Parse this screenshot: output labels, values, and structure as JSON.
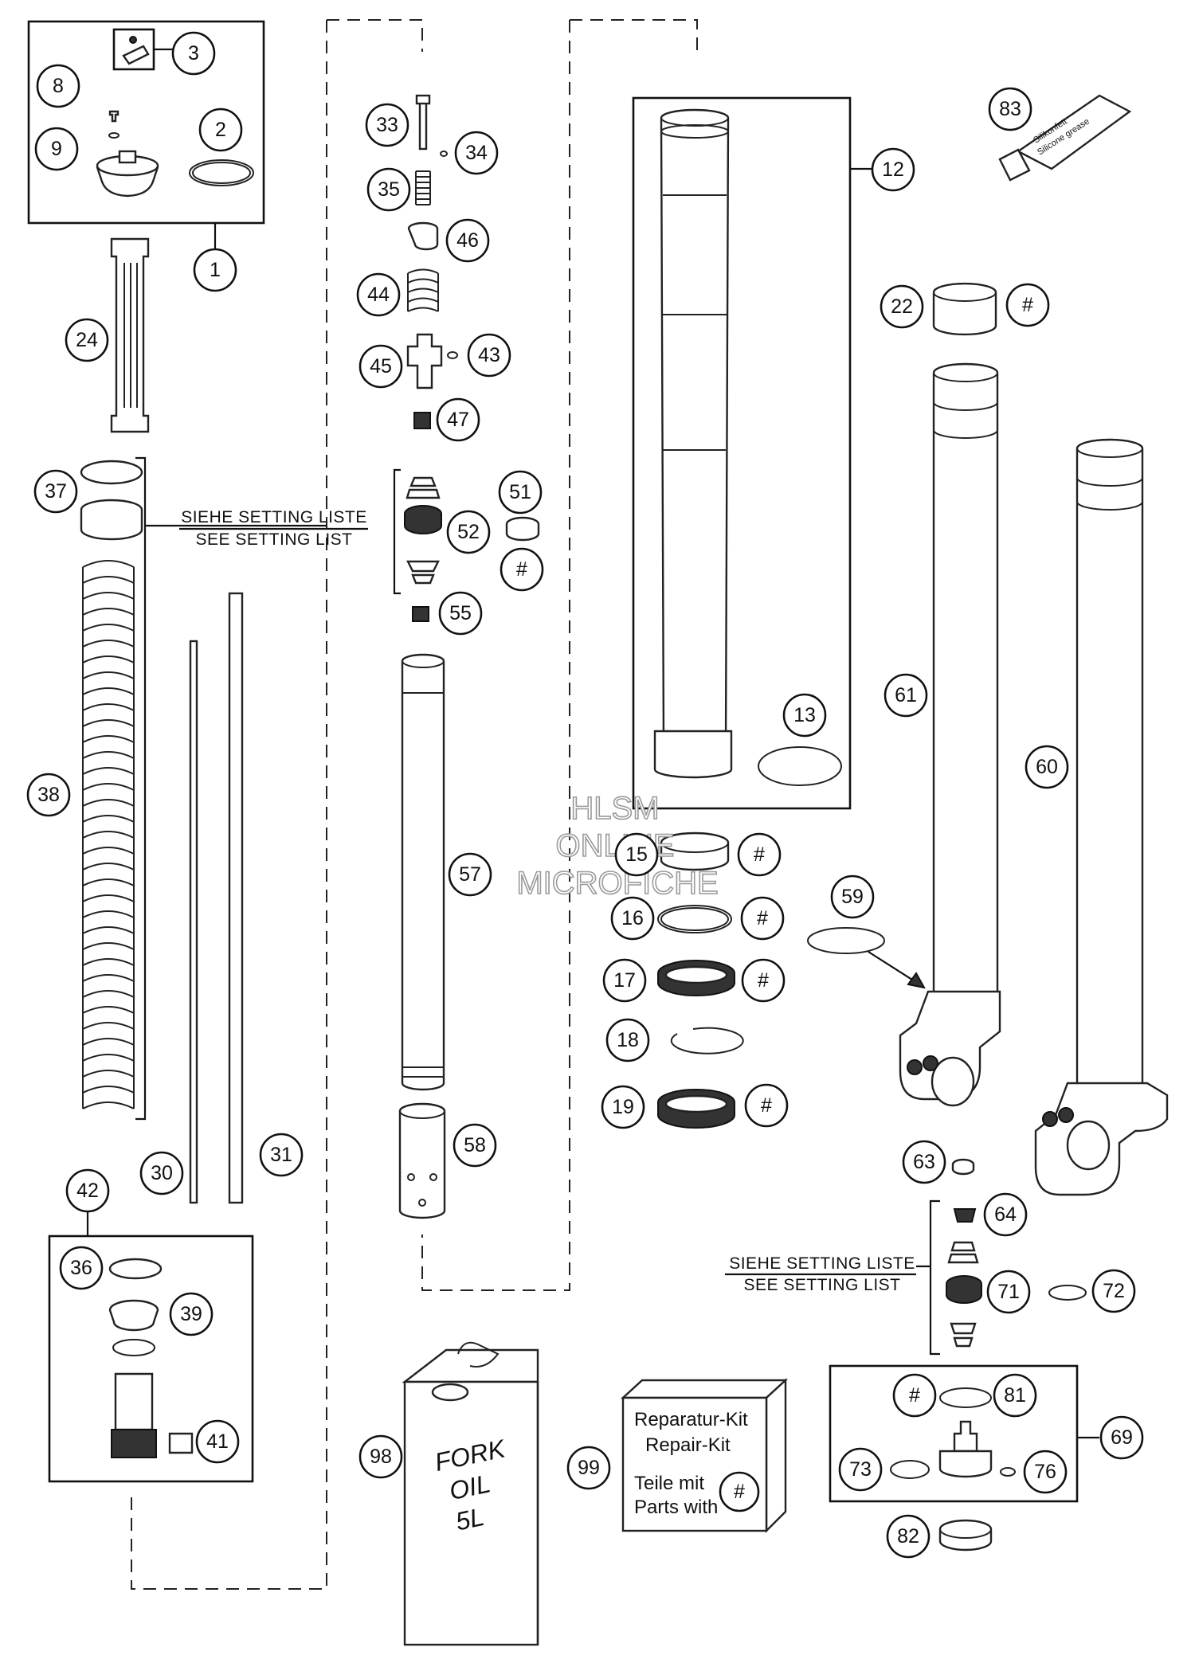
{
  "callouts": {
    "c1": "1",
    "c2": "2",
    "c3": "3",
    "c8": "8",
    "c9": "9",
    "c12": "12",
    "c13": "13",
    "c15": "15",
    "c16": "16",
    "c17": "17",
    "c18": "18",
    "c19": "19",
    "c22": "22",
    "c24": "24",
    "c30": "30",
    "c31": "31",
    "c33": "33",
    "c34": "34",
    "c35": "35",
    "c36": "36",
    "c37": "37",
    "c38": "38",
    "c39": "39",
    "c41": "41",
    "c42": "42",
    "c43": "43",
    "c44": "44",
    "c45": "45",
    "c46": "46",
    "c47": "47",
    "c51": "51",
    "c52": "52",
    "c55": "55",
    "c57": "57",
    "c58": "58",
    "c59": "59",
    "c60": "60",
    "c61": "61",
    "c63": "63",
    "c64": "64",
    "c69": "69",
    "c71": "71",
    "c72": "72",
    "c73": "73",
    "c76": "76",
    "c81": "81",
    "c82": "82",
    "c83": "83",
    "c98": "98",
    "c99": "99"
  },
  "hash_marker": "#",
  "setting_note_left": {
    "line1": "SIEHE SETTING LISTE",
    "line2": "SEE SETTING LIST"
  },
  "setting_note_right": {
    "line1": "SIEHE SETTING LISTE",
    "line2": "SEE SETTING LIST"
  },
  "repair_kit": {
    "line1": "Reparatur-Kit",
    "line2": "Repair-Kit",
    "line3": "Teile mit",
    "line4": "Parts with"
  },
  "oil_can": {
    "line1": "FORK",
    "line2": "OIL",
    "line3": "5L"
  },
  "grease_tube": {
    "line1": "Silikonfett",
    "line2": "Silicone grease"
  },
  "watermark": {
    "line1": "HLSM",
    "line2": "ONLINE",
    "line3": "MICROFICHE"
  }
}
